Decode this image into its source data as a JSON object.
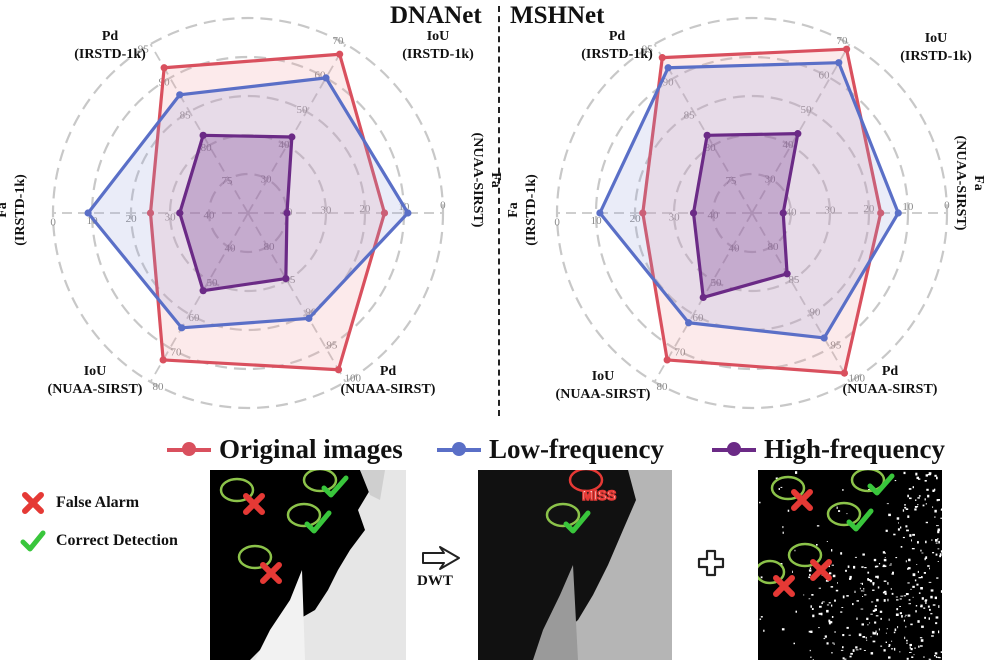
{
  "header": {
    "left_title": "DNANet",
    "right_title": "MSHNet"
  },
  "chart_data": [
    {
      "type": "radar",
      "title": "DNANet",
      "axes": [
        {
          "label": "Fa",
          "sublabel": "(NUAA-SIRST)",
          "range": [
            50,
            0
          ],
          "ticks": [
            40,
            30,
            20,
            10,
            0
          ]
        },
        {
          "label": "IoU",
          "sublabel": "(IRSTD-1k)",
          "range": [
            20,
            70
          ],
          "ticks": [
            30,
            40,
            50,
            60,
            70
          ]
        },
        {
          "label": "Pd",
          "sublabel": "(IRSTD-1k)",
          "range": [
            70,
            95
          ],
          "ticks": [
            75,
            80,
            85,
            90,
            95
          ]
        },
        {
          "label": "Fa",
          "sublabel": "(IRSTD-1k)",
          "range": [
            50,
            0
          ],
          "ticks": [
            40,
            30,
            20,
            10,
            0
          ]
        },
        {
          "label": "IoU",
          "sublabel": "(NUAA-SIRST)",
          "range": [
            30,
            80
          ],
          "ticks": [
            40,
            50,
            60,
            70,
            80
          ]
        },
        {
          "label": "Pd",
          "sublabel": "(NUAA-SIRST)",
          "range": [
            75,
            100
          ],
          "ticks": [
            80,
            85,
            90,
            95,
            100
          ]
        }
      ],
      "series": [
        {
          "name": "Original images",
          "values": [
            15,
            67,
            91.5,
            25,
            73.5,
            98.2
          ]
        },
        {
          "name": "Low-frequency",
          "values": [
            9,
            60,
            87.5,
            9,
            64,
            90.6
          ]
        },
        {
          "name": "High-frequency",
          "values": [
            40,
            42.5,
            81.5,
            32.5,
            53,
            84.7
          ]
        }
      ]
    },
    {
      "type": "radar",
      "title": "MSHNet",
      "axes": [
        {
          "label": "Fa",
          "sublabel": "(NUAA-SIRST)",
          "range": [
            50,
            0
          ],
          "ticks": [
            40,
            30,
            20,
            10,
            0
          ]
        },
        {
          "label": "IoU",
          "sublabel": "(IRSTD-1k)",
          "range": [
            20,
            70
          ],
          "ticks": [
            30,
            40,
            50,
            60,
            70
          ]
        },
        {
          "label": "Pd",
          "sublabel": "(IRSTD-1k)",
          "range": [
            70,
            95
          ],
          "ticks": [
            75,
            80,
            85,
            90,
            95
          ]
        },
        {
          "label": "Fa",
          "sublabel": "(IRSTD-1k)",
          "range": [
            50,
            0
          ],
          "ticks": [
            40,
            30,
            20,
            10,
            0
          ]
        },
        {
          "label": "IoU",
          "sublabel": "(NUAA-SIRST)",
          "range": [
            30,
            80
          ],
          "ticks": [
            40,
            50,
            60,
            70,
            80
          ]
        },
        {
          "label": "Pd",
          "sublabel": "(NUAA-SIRST)",
          "range": [
            75,
            100
          ],
          "ticks": [
            80,
            85,
            90,
            95,
            100
          ]
        }
      ],
      "series": [
        {
          "name": "Original images",
          "values": [
            17,
            68.5,
            93,
            22,
            73.5,
            98.7
          ]
        },
        {
          "name": "Low-frequency",
          "values": [
            12.5,
            64.5,
            91.5,
            11,
            62.5,
            93.5
          ]
        },
        {
          "name": "High-frequency",
          "values": [
            42,
            43.5,
            81.5,
            35,
            55,
            84
          ]
        }
      ]
    }
  ],
  "legend": [
    {
      "label": "Original images",
      "color": "#d9505e"
    },
    {
      "label": "Low-frequency",
      "color": "#5a6fc7"
    },
    {
      "label": "High-frequency",
      "color": "#6b2a86"
    }
  ],
  "colors": {
    "original": "#d9505e",
    "low": "#5a6fc7",
    "high": "#6b2a86",
    "ring": "#c8c8c8",
    "tick": "#8a8a8a"
  },
  "annotations": {
    "false_alarm_label": "False Alarm",
    "correct_detection_label": "Correct Detection",
    "false_alarm_icon": "red-cross-icon",
    "correct_detection_icon": "green-check-icon",
    "miss_label": "MISS",
    "dwt_label": "DWT",
    "arrow_icon": "outline-arrow-right-icon",
    "plus_icon": "outline-plus-icon"
  }
}
